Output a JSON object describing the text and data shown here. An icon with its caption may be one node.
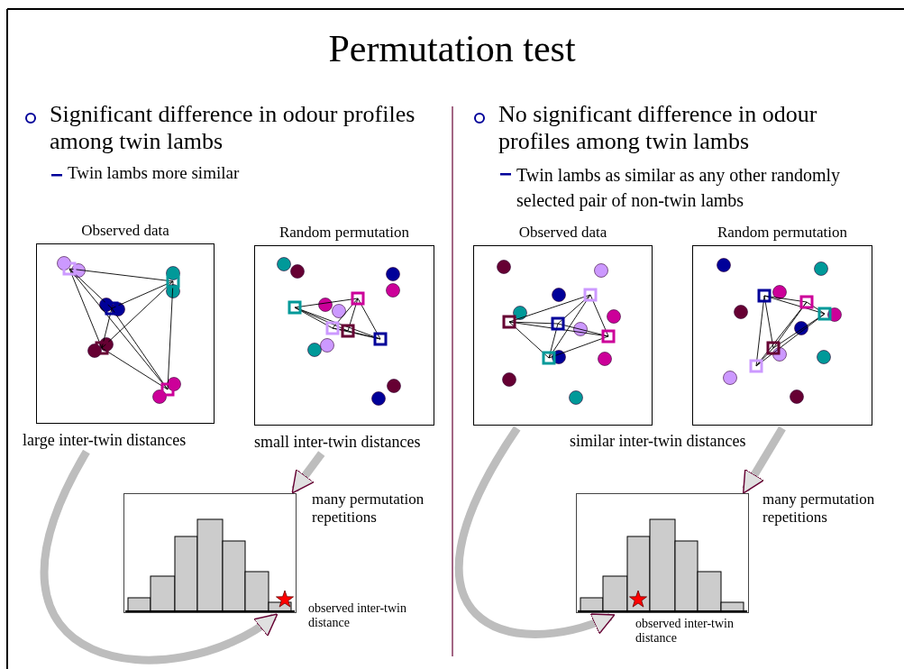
{
  "diagram": {
    "title": "Permutation test",
    "nodes": [
      {
        "text": [
          "Observed data"
        ],
        "beside": [
          "large inter-twin distances"
        ]
      },
      {
        "text": [
          "Random permutation"
        ],
        "beside": [
          "small inter-twin distances"
        ]
      },
      {
        "text": [
          "Observed data"
        ]
      },
      {
        "text": [
          "Random permutation"
        ]
      },
      {
        "text": [],
        "shape": "box"
      },
      {
        "text": [],
        "shape": "box"
      }
    ],
    "edges": [
      {
        "from": 0,
        "to": 4,
        "arrow": "to"
      },
      {
        "from": 1,
        "to": 4,
        "arrow": "to"
      },
      {
        "from": 2,
        "to": 5,
        "arrow": "to"
      },
      {
        "from": 3,
        "to": 5,
        "arrow": "to"
      }
    ],
    "labels": [
      "Significant difference in odour profiles among twin lambs",
      "Twin lambs more similar",
      "No significant difference in odour profiles among twin lambs",
      "Twin lambs as similar as any other randomly selected pair of non-twin lambs",
      "similar inter-twin distances",
      "many permutation repetitions",
      "observed inter-twin distance",
      "many permutation repetitions",
      "observed inter-twin distance"
    ]
  }
}
